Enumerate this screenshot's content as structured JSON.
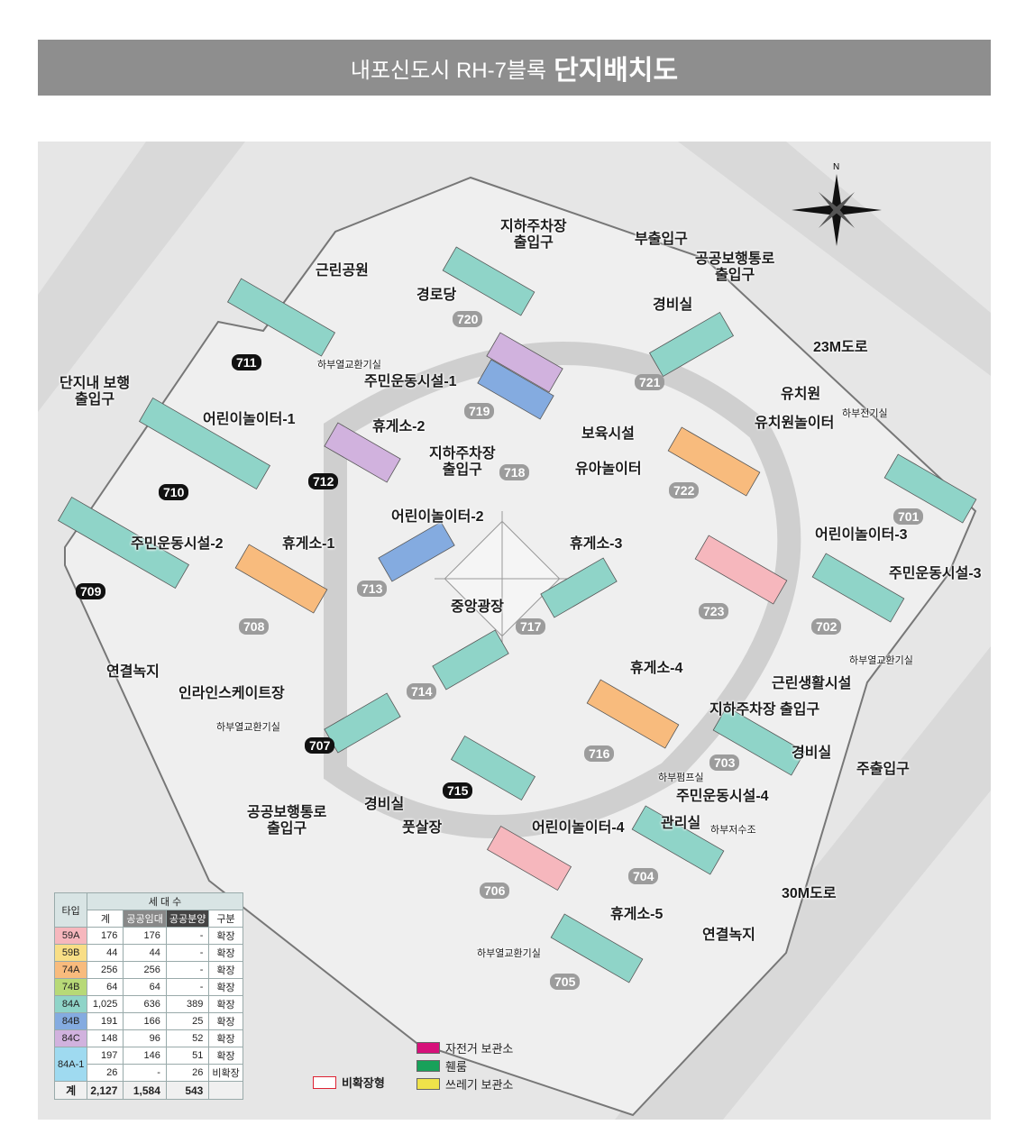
{
  "header": {
    "subtitle": "내포신도시 RH-7블록",
    "title": "단지배치도"
  },
  "compass": {
    "north": "N"
  },
  "colors": {
    "59A": "#f6b7bd",
    "59B": "#f8de86",
    "74A": "#f8bb7d",
    "74B": "#b7d977",
    "84A": "#8fd4c8",
    "84B": "#84abe0",
    "84C": "#d1b2de",
    "84A-1": "#9fdaf0",
    "bike": "#d6117a",
    "green": "#18a15a",
    "trash": "#efe24a"
  },
  "places": {
    "p1": "지하주차장\n출입구",
    "p2": "부출입구",
    "p3": "공공보행통로\n출입구",
    "p4": "근린공원",
    "p5": "경로당",
    "p6": "경비실",
    "p7": "23M도로",
    "p8": "하부열교환기실",
    "p9": "주민운동시설-1",
    "p10": "단지내 보행\n출입구",
    "p11": "유치원",
    "p12": "유치원놀이터",
    "p13": "하부전기실",
    "p14": "어린이놀이터-1",
    "p15": "휴게소-2",
    "p16": "보육시설",
    "p17": "지하주차장\n출입구",
    "p18": "유아놀이터",
    "p19": "어린이놀이터-2",
    "p20": "주민운동시설-2",
    "p21": "휴게소-1",
    "p22": "휴게소-3",
    "p23": "어린이놀이터-3",
    "p24": "주민운동시설-3",
    "p25": "중앙광장",
    "p26": "하부열교환기실",
    "p27": "연결녹지",
    "p28": "인라인스케이트장",
    "p29": "휴게소-4",
    "p30": "근린생활시설",
    "p31": "지하주차장 출입구",
    "p32": "하부열교환기실",
    "p33": "경비실",
    "p34": "주출입구",
    "p35": "하부펌프실",
    "p36": "주민운동시설-4",
    "p37": "관리실",
    "p38": "하부저수조",
    "p39": "공공보행통로\n출입구",
    "p40": "경비실",
    "p41": "풋살장",
    "p42": "어린이놀이터-4",
    "p43": "휴게소-5",
    "p44": "30M도로",
    "p45": "연결녹지",
    "p46": "하부열교환기실"
  },
  "blocks": {
    "b701": "701",
    "b702": "702",
    "b703": "703",
    "b704": "704",
    "b705": "705",
    "b706": "706",
    "b707": "707",
    "b708": "708",
    "b709": "709",
    "b710": "710",
    "b711": "711",
    "b712": "712",
    "b713": "713",
    "b714": "714",
    "b715": "715",
    "b716": "716",
    "b717": "717",
    "b718": "718",
    "b719": "719",
    "b720": "720",
    "b721": "721",
    "b722": "722",
    "b723": "723"
  },
  "legend": {
    "h_type": "타입",
    "h_units": "세 대 수",
    "h_total": "계",
    "h_rent": "공공임대",
    "h_sale": "공공분양",
    "h_div": "구분",
    "rows": [
      {
        "type": "59A",
        "total": "176",
        "rent": "176",
        "sale": "-",
        "div": "확장"
      },
      {
        "type": "59B",
        "total": "44",
        "rent": "44",
        "sale": "-",
        "div": "확장"
      },
      {
        "type": "74A",
        "total": "256",
        "rent": "256",
        "sale": "-",
        "div": "확장"
      },
      {
        "type": "74B",
        "total": "64",
        "rent": "64",
        "sale": "-",
        "div": "확장"
      },
      {
        "type": "84A",
        "total": "1,025",
        "rent": "636",
        "sale": "389",
        "div": "확장"
      },
      {
        "type": "84B",
        "total": "191",
        "rent": "166",
        "sale": "25",
        "div": "확장"
      },
      {
        "type": "84C",
        "total": "148",
        "rent": "96",
        "sale": "52",
        "div": "확장"
      },
      {
        "type": "84A-1",
        "total": "197",
        "rent": "146",
        "sale": "51",
        "div": "확장"
      },
      {
        "type": "",
        "total": "26",
        "rent": "-",
        "sale": "26",
        "div": "비확장"
      }
    ],
    "sum": {
      "label": "계",
      "total": "2,127",
      "rent": "1,584",
      "sale": "543"
    }
  },
  "facility_legend": {
    "bike": "자전거 보관소",
    "green": "휀룸",
    "trash": "쓰레기 보관소",
    "nonext": "비확장형"
  }
}
